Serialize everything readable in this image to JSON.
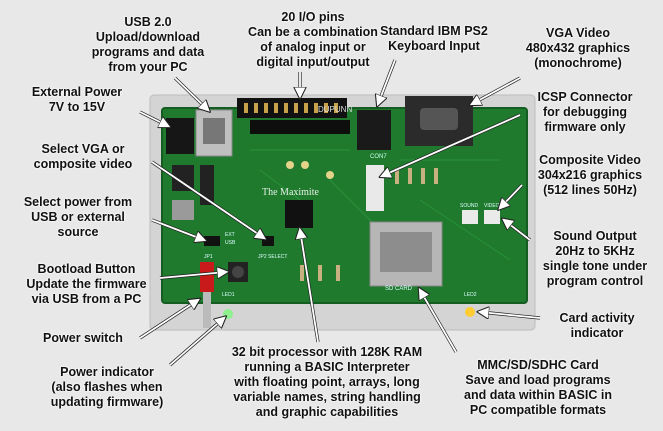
{
  "labels": {
    "usb": "USB 2.0\nUpload/download\nprograms and data\nfrom your PC",
    "io_pins": "20 I/O pins\nCan be a combination\nof analog input or\ndigital input/output",
    "ps2": "Standard IBM PS2\nKeyboard Input",
    "vga_video": "VGA Video\n480x432 graphics\n(monochrome)",
    "ext_power": "External Power\n7V to 15V",
    "icsp": "ICSP Connector\nfor debugging\nfirmware only",
    "select_vga": "Select VGA or\ncomposite video",
    "composite_video": "Composite Video\n304x216 graphics\n(512 lines 50Hz)",
    "select_power": "Select power from\nUSB or external\nsource",
    "sound": "Sound Output\n20Hz to 5KHz\nsingle tone under\nprogram control",
    "bootload": "Bootload Button\nUpdate the firmware\nvia USB from a PC",
    "power_switch": "Power switch",
    "card_activity": "Card activity\nindicator",
    "power_indicator": "Power indicator\n(also flashes when\nupdating firmware)",
    "processor": "32 bit processor with 128K RAM\nrunning a BASIC Interpreter\nwith floating point, arrays, long\nvariable names, string handling\nand graphic capabilities",
    "sd_card": "MMC/SD/SDHC Card\nSave and load programs\nand data within BASIC in\nPC compatible formats"
  },
  "board": {
    "title": "The Maximite",
    "connector_label": "DUPUNN",
    "con7": "CON7",
    "sound_label": "SOUND",
    "video_label": "VIDEO",
    "sd_label": "SD CARD",
    "jp1": "JP1",
    "jp2": "JP2 SELECT",
    "led1": "LED1",
    "led2": "LED2",
    "ext": "EXT",
    "usb_small": "USB"
  },
  "colors": {
    "pcb": "#1f7a2e",
    "pcb_dark": "#145c21",
    "background": "#e8e8e8",
    "arrow": "#ffffff"
  }
}
